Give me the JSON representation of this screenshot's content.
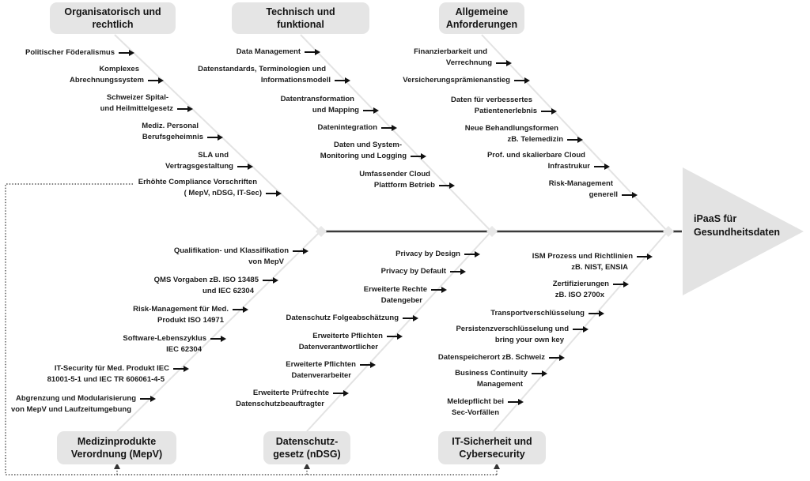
{
  "result": {
    "label": "iPaaS für Gesundheitsdaten"
  },
  "categories": {
    "top": [
      {
        "label": "Organisatorisch und rechtlich"
      },
      {
        "label": "Technisch und funktional"
      },
      {
        "label": "Allgemeine Anforderungen"
      }
    ],
    "bottom": [
      {
        "label": "Medizinprodukte Verordnung (MepV)"
      },
      {
        "label": "Datenschutz-gesetz (nDSG)"
      },
      {
        "label": "IT-Sicherheit und Cybersecurity"
      }
    ]
  },
  "branches": [
    {
      "name": "organisatorisch-und-rechtlich",
      "items": [
        {
          "lines": [
            "Politischer Föderalismus"
          ]
        },
        {
          "lines": [
            "Komplexes",
            "Abrechnungssystem"
          ]
        },
        {
          "lines": [
            "Schweizer Spital-",
            "und Heilmittelgesetz"
          ]
        },
        {
          "lines": [
            "Mediz. Personal",
            "Berufsgeheimnis"
          ]
        },
        {
          "lines": [
            "SLA und",
            "Vertragsgestaltung"
          ]
        },
        {
          "lines": [
            "Erhöhte Compliance Vorschriften",
            "( MepV, nDSG, IT-Sec)"
          ]
        }
      ]
    },
    {
      "name": "technisch-und-funktional",
      "items": [
        {
          "lines": [
            "Data Management"
          ]
        },
        {
          "lines": [
            "Datenstandards, Terminologien und",
            "Informationsmodell"
          ]
        },
        {
          "lines": [
            "Datentransformation",
            "und Mapping"
          ]
        },
        {
          "lines": [
            "Datenintegration"
          ]
        },
        {
          "lines": [
            "Daten und System-",
            "Monitoring und Logging"
          ]
        },
        {
          "lines": [
            "Umfassender Cloud",
            "Plattform Betrieb"
          ]
        }
      ]
    },
    {
      "name": "allgemeine-anforderungen",
      "items": [
        {
          "lines": [
            "Finanzierbarkeit und",
            "Verrechnung"
          ]
        },
        {
          "lines": [
            "Versicherungsprämienanstieg"
          ]
        },
        {
          "lines": [
            "Daten für verbessertes",
            "Patientenerlebnis"
          ]
        },
        {
          "lines": [
            "Neue Behandlungsformen",
            "zB. Telemedizin"
          ]
        },
        {
          "lines": [
            "Prof. und skalierbare Cloud",
            "Infrastrukur"
          ]
        },
        {
          "lines": [
            "Risk-Management",
            "generell"
          ]
        }
      ]
    },
    {
      "name": "medizinprodukte-verordnung-mepv",
      "items": [
        {
          "lines": [
            "Qualifikation- und Klassifikation",
            "von MepV"
          ]
        },
        {
          "lines": [
            "QMS Vorgaben zB. ISO 13485",
            "und IEC 62304"
          ]
        },
        {
          "lines": [
            "Risk-Management für Med.",
            "Produkt ISO 14971"
          ]
        },
        {
          "lines": [
            "Software-Lebenszyklus",
            "IEC 62304"
          ]
        },
        {
          "lines": [
            "IT-Security für Med. Produkt IEC",
            "81001-5-1 und IEC TR 606061-4-5"
          ]
        },
        {
          "lines": [
            "Abgrenzung und Modularisierung",
            "von MepV und Laufzeitumgebung"
          ]
        }
      ]
    },
    {
      "name": "datenschutzgesetz-ndsg",
      "items": [
        {
          "lines": [
            "Privacy by Design"
          ]
        },
        {
          "lines": [
            "Privacy by Default"
          ]
        },
        {
          "lines": [
            "Erweiterte Rechte",
            "Datengeber"
          ]
        },
        {
          "lines": [
            "Datenschutz Folgeabschätzung"
          ]
        },
        {
          "lines": [
            "Erweiterte Pflichten",
            "Datenverantwortlicher"
          ]
        },
        {
          "lines": [
            "Erweiterte Pflichten",
            "Datenverarbeiter"
          ]
        },
        {
          "lines": [
            "Erweiterte Prüfrechte",
            "Datenschutzbeauftragter"
          ]
        }
      ]
    },
    {
      "name": "it-sicherheit-und-cybersecurity",
      "items": [
        {
          "lines": [
            "ISM Prozess und Richtlinien",
            "zB. NIST, ENSIA"
          ]
        },
        {
          "lines": [
            "Zertifizierungen",
            "zB. ISO 2700x"
          ]
        },
        {
          "lines": [
            "Transportverschlüsselung"
          ]
        },
        {
          "lines": [
            "Persistenzverschlüsselung und",
            "bring your own key"
          ]
        },
        {
          "lines": [
            "Datenspeicherort zB. Schweiz"
          ]
        },
        {
          "lines": [
            "Business Continuity",
            "Management"
          ]
        },
        {
          "lines": [
            "Meldepflicht bei",
            "Sec-Vorfällen"
          ]
        }
      ]
    }
  ],
  "colors": {
    "background": "#ffffff",
    "box_bg": "#e5e5e5",
    "box_text": "#141414",
    "item_text": "#1d1d1d",
    "branch_line": "#e3e3e3",
    "spine": "#3a3a3a",
    "arrow": "#111111",
    "triangle": "#e3e3e3",
    "diamond": "#e8e8e8",
    "dotted": "#333333"
  }
}
